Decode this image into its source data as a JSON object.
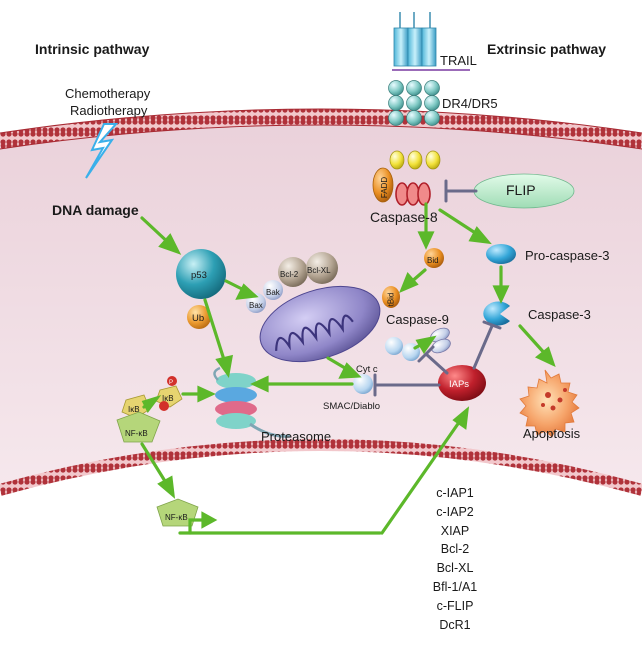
{
  "labels": {
    "intrinsic": "Intrinsic pathway",
    "extrinsic": "Extrinsic pathway",
    "trail": "TRAIL",
    "dr4dr5": "DR4/DR5",
    "chemo": "Chemotherapy",
    "radio": "Radiotherapy",
    "dna_damage": "DNA damage",
    "fadd": "FADD",
    "flip": "FLIP",
    "caspase8": "Caspase-8",
    "bid": "Bid",
    "tbid": "tBid",
    "procaspase3": "Pro-caspase-3",
    "caspase3": "Caspase-3",
    "caspase9": "Caspase-9",
    "p53": "p53",
    "ub": "Ub",
    "bcl2": "Bcl-2",
    "bclxl": "Bcl-XL",
    "bak": "Bak",
    "bax": "Bax",
    "cytc": "Cyt c",
    "smac": "SMAC/Diablo",
    "iaps": "IAPs",
    "apoptosis": "Apoptosis",
    "proteasome": "Proteasome",
    "ikb": "IκB",
    "ikb2": "IκB",
    "nfkb": "NF-κB",
    "nfkb2": "NF-κB",
    "p": "P"
  },
  "genes": [
    "c-IAP1",
    "c-IAP2",
    "XIAP",
    "Bcl-2",
    "Bcl-XL",
    "Bfl-1/A1",
    "c-FLIP",
    "DcR1"
  ],
  "colors": {
    "arrow": "#5cb82a",
    "inhibit": "#6a6a8a",
    "membrane": "#b0323a",
    "cytoplasm": "#f3dfe6",
    "flip": "#bfe9cf",
    "caspase": "#3aa8d8",
    "iap": "#b2202a",
    "mito": "#8f86c8",
    "ub": "#e9962e",
    "p53": "#2b9bb0",
    "nfkb": "#b5d67a"
  }
}
